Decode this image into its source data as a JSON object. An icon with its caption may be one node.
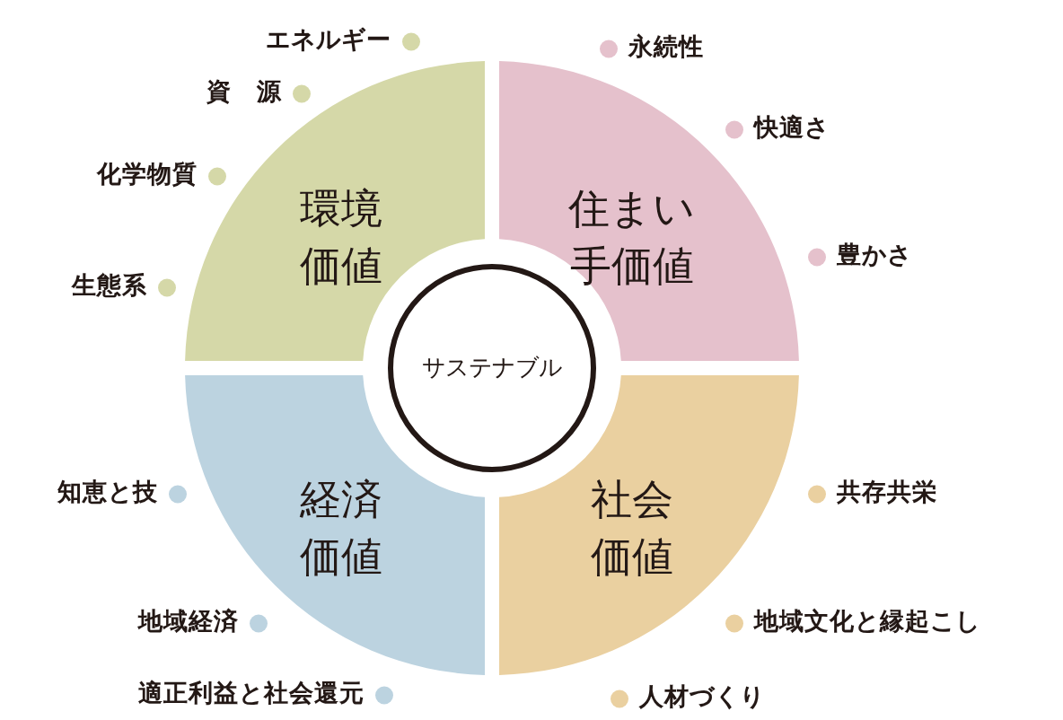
{
  "diagram": {
    "nodes": [
      {
        "text": [
          "サステナブル"
        ]
      },
      {
        "text": [
          "環境価値"
        ],
        "beside": [
          "エネルギー",
          "資　源",
          "化学物質",
          "生態系"
        ]
      },
      {
        "text": [
          "住まい手価値"
        ],
        "beside": [
          "永続性",
          "快適さ",
          "豊かさ"
        ]
      },
      {
        "text": [
          "経済価値"
        ],
        "beside": [
          "知恵と技",
          "地域経済",
          "適正利益と社会還元"
        ]
      },
      {
        "text": [
          "社会価値"
        ],
        "beside": [
          "共存共栄",
          "地域文化と縁起こし",
          "人材づくり"
        ]
      }
    ]
  }
}
